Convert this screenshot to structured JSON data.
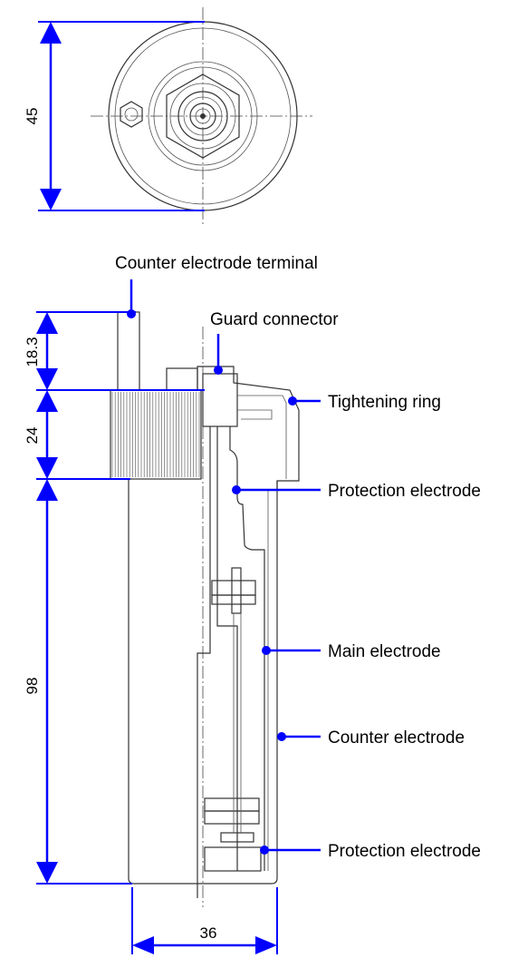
{
  "dimensions": {
    "top_diameter": "45",
    "top_height": "18.3",
    "ring_height": "24",
    "body_height": "98",
    "body_width": "36"
  },
  "labels": {
    "counter_electrode_terminal": "Counter electrode terminal",
    "guard_connector": "Guard connector",
    "tightening_ring": "Tightening ring",
    "protection_electrode_upper": "Protection electrode",
    "main_electrode": "Main electrode",
    "counter_electrode": "Counter electrode",
    "protection_electrode_lower": "Protection electrode"
  },
  "colors": {
    "callout": "#0000ff",
    "drawing": "#333333"
  }
}
